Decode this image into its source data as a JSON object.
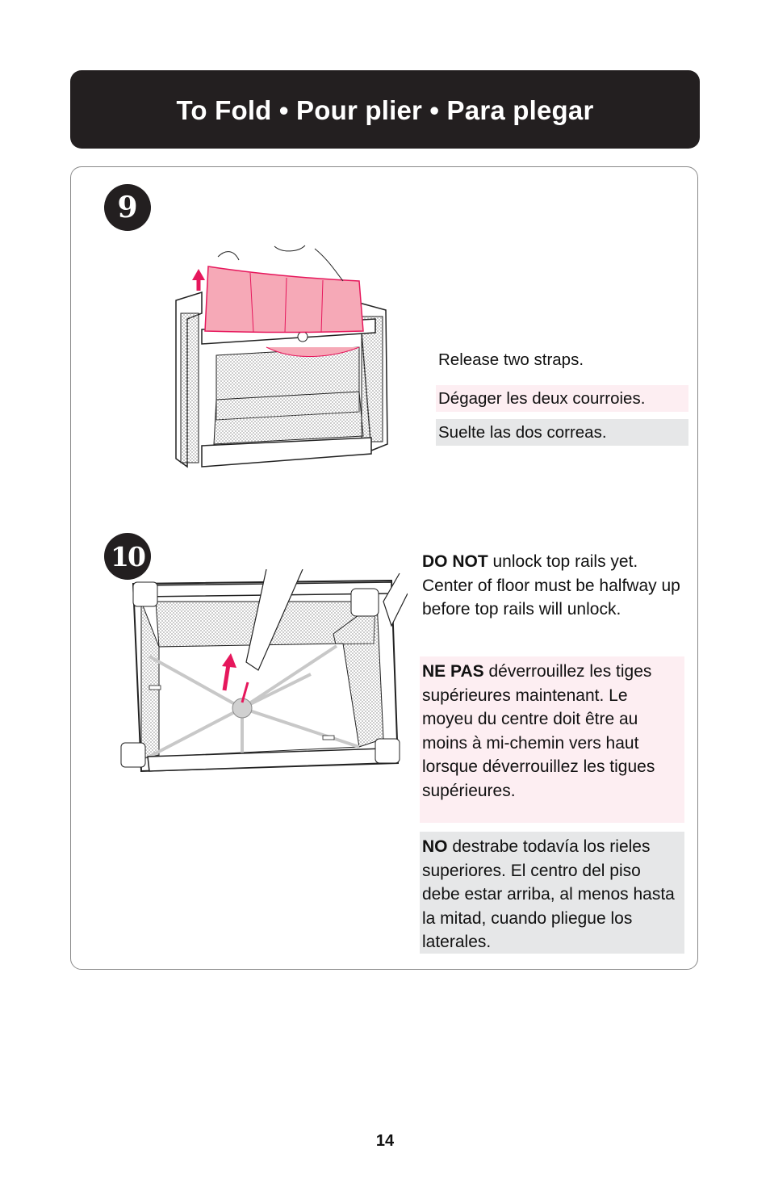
{
  "header": {
    "title": "To Fold • Pour plier • Para plegar"
  },
  "step9": {
    "number": "9",
    "en": "Release two straps.",
    "fr": "Dégager les deux courroies.",
    "es": "Suelte las dos correas."
  },
  "step10": {
    "number": "10",
    "en_bold": "DO NOT",
    "en_rest": " unlock top rails yet. Center of floor must be halfway up before top rails will unlock.",
    "fr_bold": "NE PAS",
    "fr_rest": " déverrouillez les tiges supérieures maintenant. Le moyeu du centre doit être au moins à mi-chemin vers haut lorsque déverrouillez les tigues supérieures.",
    "es_bold": "NO",
    "es_rest": " destrabe todavía los rieles superiores. El centro del piso debe estar arriba, al menos hasta la mitad, cuando pliegue los laterales."
  },
  "page": {
    "number": "14"
  },
  "colors": {
    "accent_pink": "#e6175c",
    "header_bg": "#231f20",
    "pink_bg": "#fdeef2",
    "gray_bg": "#e6e7e8"
  }
}
